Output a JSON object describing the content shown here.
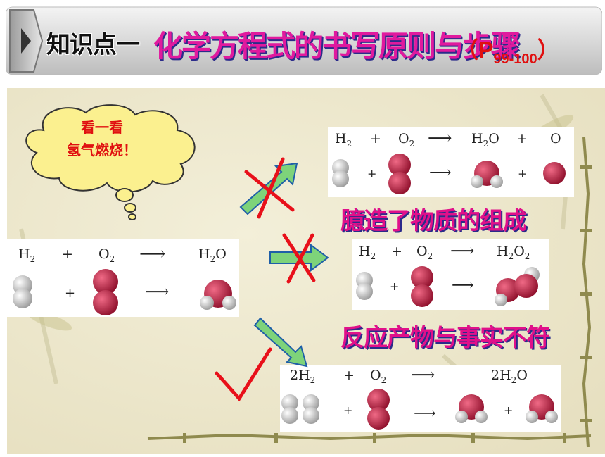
{
  "header": {
    "topic_label": "知识点一",
    "title": "化学方程式的书写原则与步骤",
    "ref_open": "（P",
    "ref_pages": "99-100",
    "ref_close": "）"
  },
  "cloud": {
    "line1": "看一看",
    "line2": "氢气燃烧！"
  },
  "left_equation": {
    "r1": "H",
    "r1_sub": "2",
    "plus": "+",
    "r2": "O",
    "r2_sub": "2",
    "arrow": "⟶",
    "p1a": "H",
    "p1_sub": "2",
    "p1b": "O"
  },
  "top_equation": {
    "r1": "H",
    "r1_sub": "2",
    "plus": "+",
    "r2": "O",
    "r2_sub": "2",
    "arrow": "⟶",
    "p1a": "H",
    "p1_sub": "2",
    "p1b": "O",
    "plus2": "+",
    "p2": "O"
  },
  "mid_equation": {
    "r1": "H",
    "r1_sub": "2",
    "plus": "+",
    "r2": "O",
    "r2_sub": "2",
    "arrow": "⟶",
    "p1a": "H",
    "p1_sub": "2",
    "p1b": "O",
    "p1_sub2": "2"
  },
  "bottom_equation": {
    "coef1": "2H",
    "r1_sub": "2",
    "plus": "+",
    "r2": "O",
    "r2_sub": "2",
    "arrow": "⟶",
    "coef2": "2H",
    "p1_sub": "2",
    "p1b": "O"
  },
  "labels": {
    "wrong1": "臆造了物质的组成",
    "wrong2": "反应产物与事实不符"
  },
  "colors": {
    "oxygen": "#c8173f",
    "hydrogen": "#cfcfcf",
    "cross": "#e8101a",
    "arrow": "#7ed37a",
    "label": "#e0108a"
  }
}
